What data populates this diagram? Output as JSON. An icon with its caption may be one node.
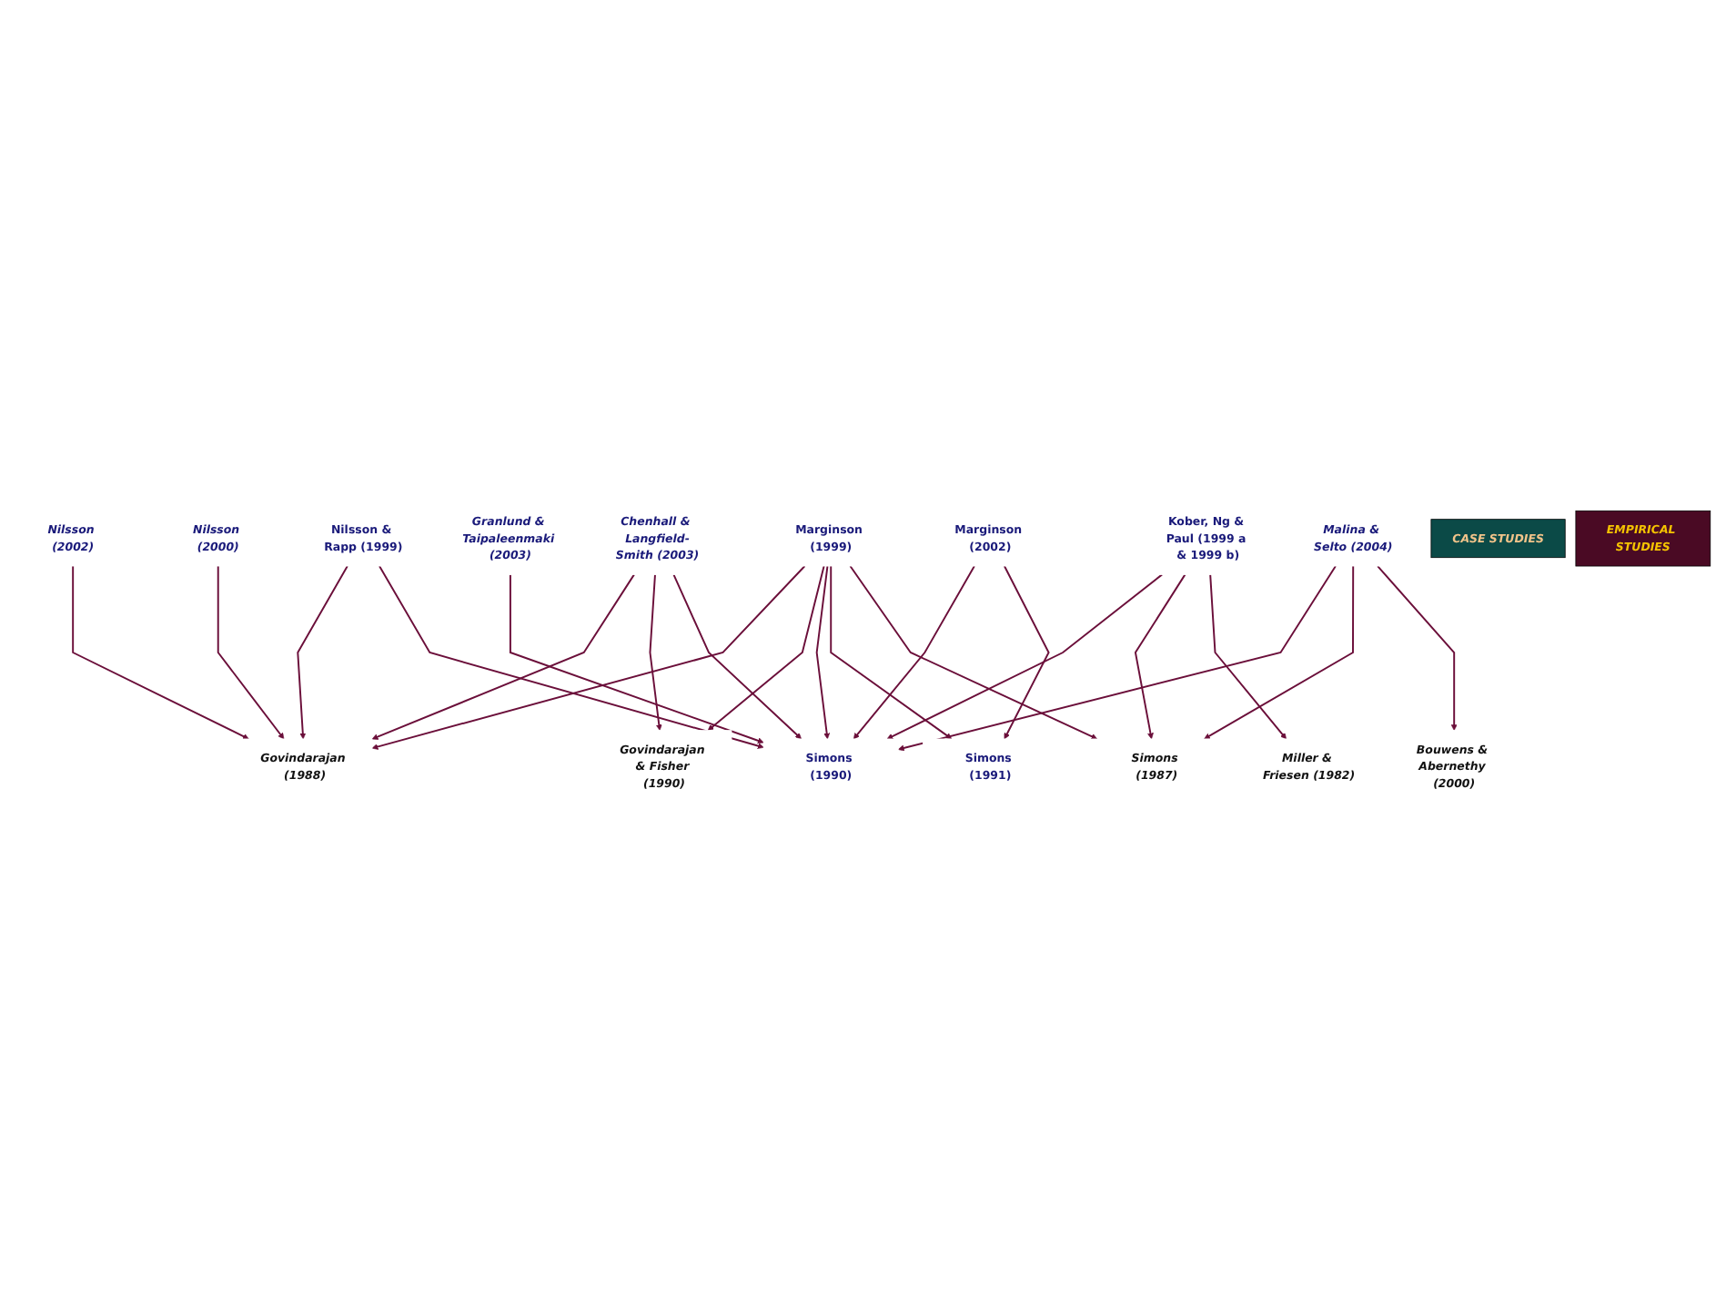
{
  "diagram": {
    "nodes": [
      {
        "text": [
          "Nilsson (2002)"
        ]
      },
      {
        "text": [
          "Nilsson (2000)"
        ]
      },
      {
        "text": [
          "Nilsson & Rapp (1999)"
        ]
      },
      {
        "text": [
          "Govindarajan (1988)"
        ]
      },
      {
        "text": [
          "Chenhall & Langfield-Smith (2003)"
        ]
      },
      {
        "text": [
          "Granlund & Taipaleenmaki (2003)"
        ]
      },
      {
        "text": [
          "Marginson (1999)"
        ]
      },
      {
        "text": [
          "Govindarajan & Fisher (1990)"
        ]
      },
      {
        "text": [
          "Kober, Ng & Paul (1999 a & 1999 b)"
        ]
      },
      {
        "text": [
          "Simons (1990)"
        ]
      },
      {
        "text": [
          "Simons (1991)"
        ]
      },
      {
        "text": [
          "Simons (1987)"
        ]
      },
      {
        "text": [
          "Miller & Friesen (1982)"
        ]
      },
      {
        "text": [
          "Marginson (2002)"
        ]
      },
      {
        "text": [
          "Malina & Selto (2004)"
        ]
      },
      {
        "text": [
          "Bouwens & Abernethy (2000)"
        ]
      },
      {
        "text": [
          "CASE STUDIES"
        ]
      },
      {
        "text": [
          "EMPIRICAL STUDIES"
        ]
      }
    ],
    "edges": [
      {
        "from": 0,
        "to": 3,
        "arrow": "to"
      },
      {
        "from": 1,
        "to": 3,
        "arrow": "to"
      },
      {
        "from": 2,
        "to": 3,
        "arrow": "to"
      },
      {
        "from": 4,
        "to": 3,
        "arrow": "to"
      },
      {
        "from": 6,
        "to": 3,
        "arrow": "to"
      },
      {
        "from": 4,
        "to": 7,
        "arrow": "to"
      },
      {
        "from": 6,
        "to": 7,
        "arrow": "to"
      },
      {
        "from": 2,
        "to": 9,
        "arrow": "to"
      },
      {
        "from": 5,
        "to": 9,
        "arrow": "to"
      },
      {
        "from": 8,
        "to": 9,
        "arrow": "to"
      },
      {
        "from": 4,
        "to": 9,
        "arrow": "to"
      },
      {
        "from": 6,
        "to": 9,
        "arrow": "to"
      },
      {
        "from": 6,
        "to": 10,
        "arrow": "to"
      },
      {
        "from": 6,
        "to": 11,
        "arrow": "to"
      },
      {
        "from": 8,
        "to": 11,
        "arrow": "to"
      },
      {
        "from": 8,
        "to": 12,
        "arrow": "to"
      },
      {
        "from": 14,
        "to": 9,
        "arrow": "to"
      },
      {
        "from": 14,
        "to": 11,
        "arrow": "to"
      },
      {
        "from": 14,
        "to": 15,
        "arrow": "to"
      },
      {
        "from": 13,
        "to": 9,
        "arrow": "to"
      },
      {
        "from": 13,
        "to": 10,
        "arrow": "to"
      }
    ]
  }
}
